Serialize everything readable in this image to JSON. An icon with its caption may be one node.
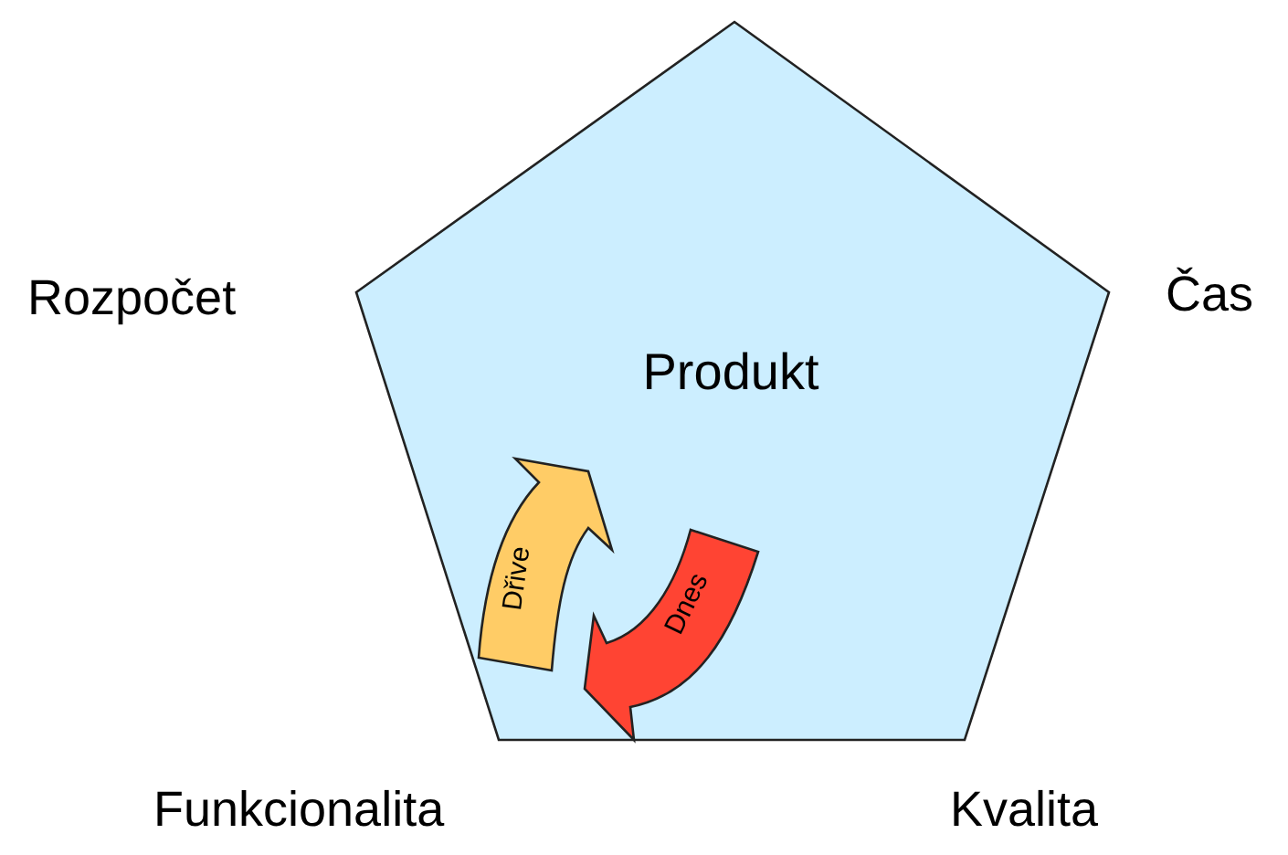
{
  "diagram": {
    "nodes": [
      {
        "text": [
          "Produkt"
        ]
      },
      {
        "text": [
          "Dřive"
        ],
        "in": 0
      },
      {
        "text": [
          "Dnes"
        ],
        "in": 0
      }
    ],
    "labels": [
      "Rozpočet",
      "Čas",
      "Funkcionalita",
      "Kvalita"
    ]
  }
}
